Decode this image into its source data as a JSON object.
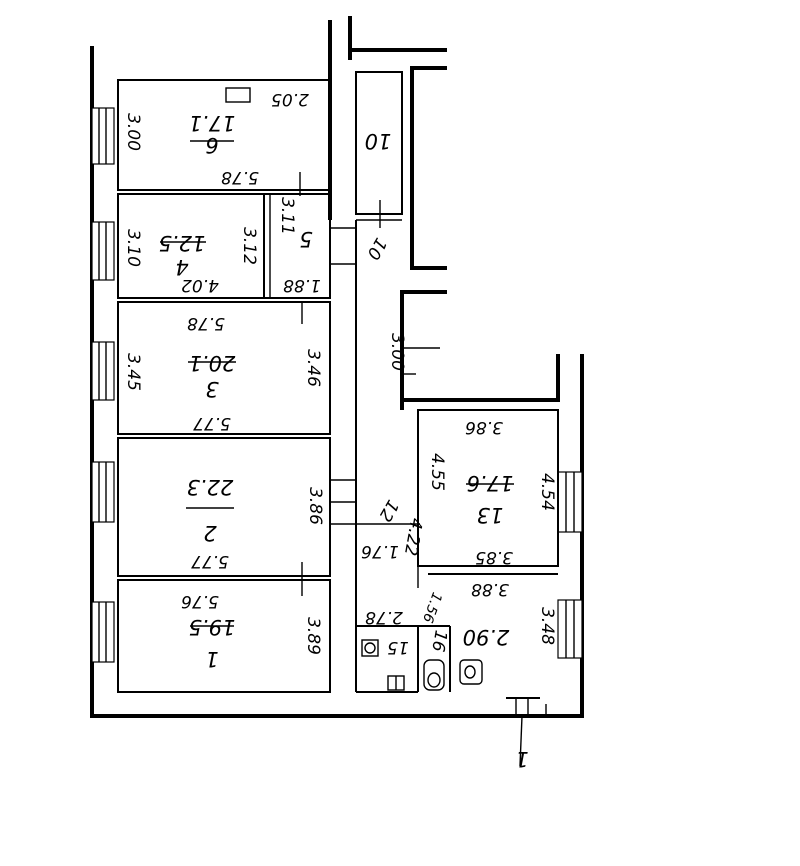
{
  "rooms": [
    {
      "id": "1",
      "area": "19.5",
      "dims": [
        "5.76",
        "3.89"
      ]
    },
    {
      "id": "2",
      "area": "22.3",
      "dims": [
        "5.77",
        "3.86"
      ]
    },
    {
      "id": "3",
      "area": "20.1",
      "dims": [
        "5.78",
        "5.77",
        "3.45",
        "3.46"
      ]
    },
    {
      "id": "4",
      "area": "12.5",
      "dims": [
        "4.02",
        "3.10",
        "3.12"
      ]
    },
    {
      "id": "5",
      "area": "",
      "dims": [
        "3.11",
        "1.88"
      ]
    },
    {
      "id": "6",
      "area": "17.1",
      "dims": [
        "2.05",
        "5.78",
        "3.00"
      ]
    },
    {
      "id": "10",
      "area": "",
      "dims": []
    },
    {
      "id": "13",
      "area": "17.6",
      "dims": [
        "3.86",
        "3.85",
        "4.55",
        "4.54"
      ]
    }
  ],
  "corridor": {
    "labels": [
      "10",
      "3.00",
      "1.76",
      "4.22",
      "12",
      "1.56",
      "2.78"
    ]
  },
  "small_rooms": [
    {
      "id": "15",
      "dims": [
        "2.78"
      ]
    },
    {
      "id": "16",
      "dims": [
        "1.56"
      ]
    },
    {
      "id": "",
      "dims": [
        "3.88",
        "2.90",
        "3.48"
      ]
    }
  ],
  "section_mark": "1"
}
